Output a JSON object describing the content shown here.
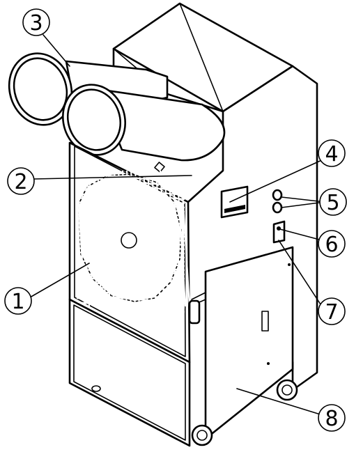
{
  "figure": {
    "callouts": [
      {
        "number": "1"
      },
      {
        "number": "2"
      },
      {
        "number": "3"
      },
      {
        "number": "4"
      },
      {
        "number": "5"
      },
      {
        "number": "6"
      },
      {
        "number": "7"
      },
      {
        "number": "8"
      }
    ]
  }
}
